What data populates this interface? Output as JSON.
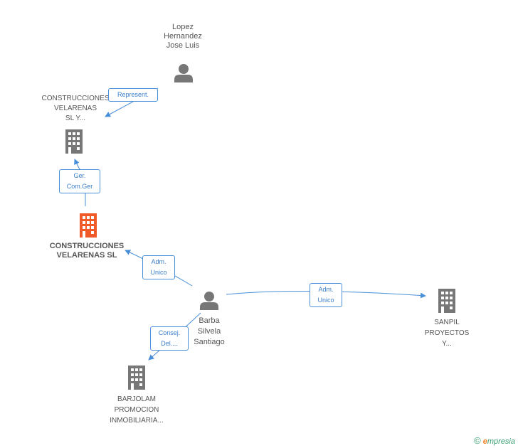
{
  "colors": {
    "edge": "#4a90d9",
    "icon_gray": "#777777",
    "icon_main": "#f05a28",
    "text": "#555555"
  },
  "nodes": {
    "lopez": {
      "icon": "person-icon",
      "label": "Lopez\nHernandez\nJose Luis"
    },
    "velarenas_sly": {
      "icon": "building-icon",
      "label": "CONSTRUCCIONES\nVELARENAS\nSL Y..."
    },
    "velarenas_sl": {
      "icon": "building-icon",
      "label": "CONSTRUCCIONES\nVELARENAS SL"
    },
    "barba": {
      "icon": "person-icon",
      "label": "Barba\nSilvela\nSantiago"
    },
    "sanpil": {
      "icon": "building-icon",
      "label": "SANPIL\nPROYECTOS\nY..."
    },
    "barjolam": {
      "icon": "building-icon",
      "label": "BARJOLAM\nPROMOCION\nINMOBILIARIA..."
    }
  },
  "edges": {
    "represent": "Represent.",
    "ger": "Ger.\nCom.Ger",
    "adm_unico_1": "Adm.\nUnico",
    "adm_unico_2": "Adm.\nUnico",
    "consej": "Consej.\nDel...."
  },
  "footer": {
    "copyright": "©",
    "brand_first": "e",
    "brand_rest": "mpresia"
  }
}
